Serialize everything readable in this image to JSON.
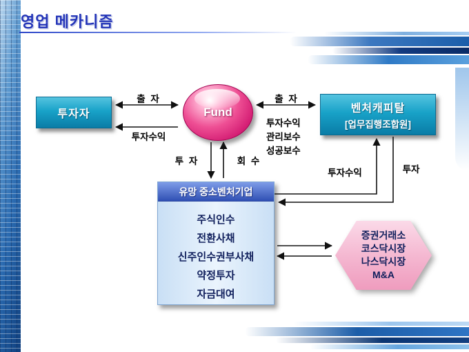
{
  "slide": {
    "title": "영업 메카니즘"
  },
  "nodes": {
    "investor": {
      "label": "투자자"
    },
    "fund": {
      "label": "Fund"
    },
    "venture_capital": {
      "line1": "벤처캐피탈",
      "line2": "[업무집행조합원]"
    },
    "sme": {
      "header": "유망 중소벤처기업",
      "items": [
        "주식인수",
        "전환사채",
        "신주인수권부사채",
        "약정투자",
        "자금대여"
      ]
    },
    "exit_market": {
      "items": [
        "증권거래소",
        "코스닥시장",
        "나스닥시장",
        "M&A"
      ]
    }
  },
  "labels": {
    "investor_fund_top": "출  자",
    "investor_fund_bottom": "투자수익",
    "fund_vc_top": "출  자",
    "fund_vc_fees": [
      "투자수익",
      "관리보수",
      "성공보수"
    ],
    "fund_sme_down": "투 자",
    "fund_sme_up": "회 수",
    "sme_vc_return": "투자수익",
    "vc_sme_invest": "투자"
  },
  "colors": {
    "title_blue": "#2334b8",
    "teal_top": "#55c4e0",
    "teal_bottom": "#0a7ca6",
    "header_top": "#7e9ce8",
    "header_bottom": "#3050b4",
    "body_light": "#eaf4fd",
    "fund_mid": "#ee4f94",
    "fund_dark": "#b10458",
    "hex_top": "#fbd9e8",
    "hex_bottom": "#ef9cbe",
    "navy": "#101f5c"
  }
}
